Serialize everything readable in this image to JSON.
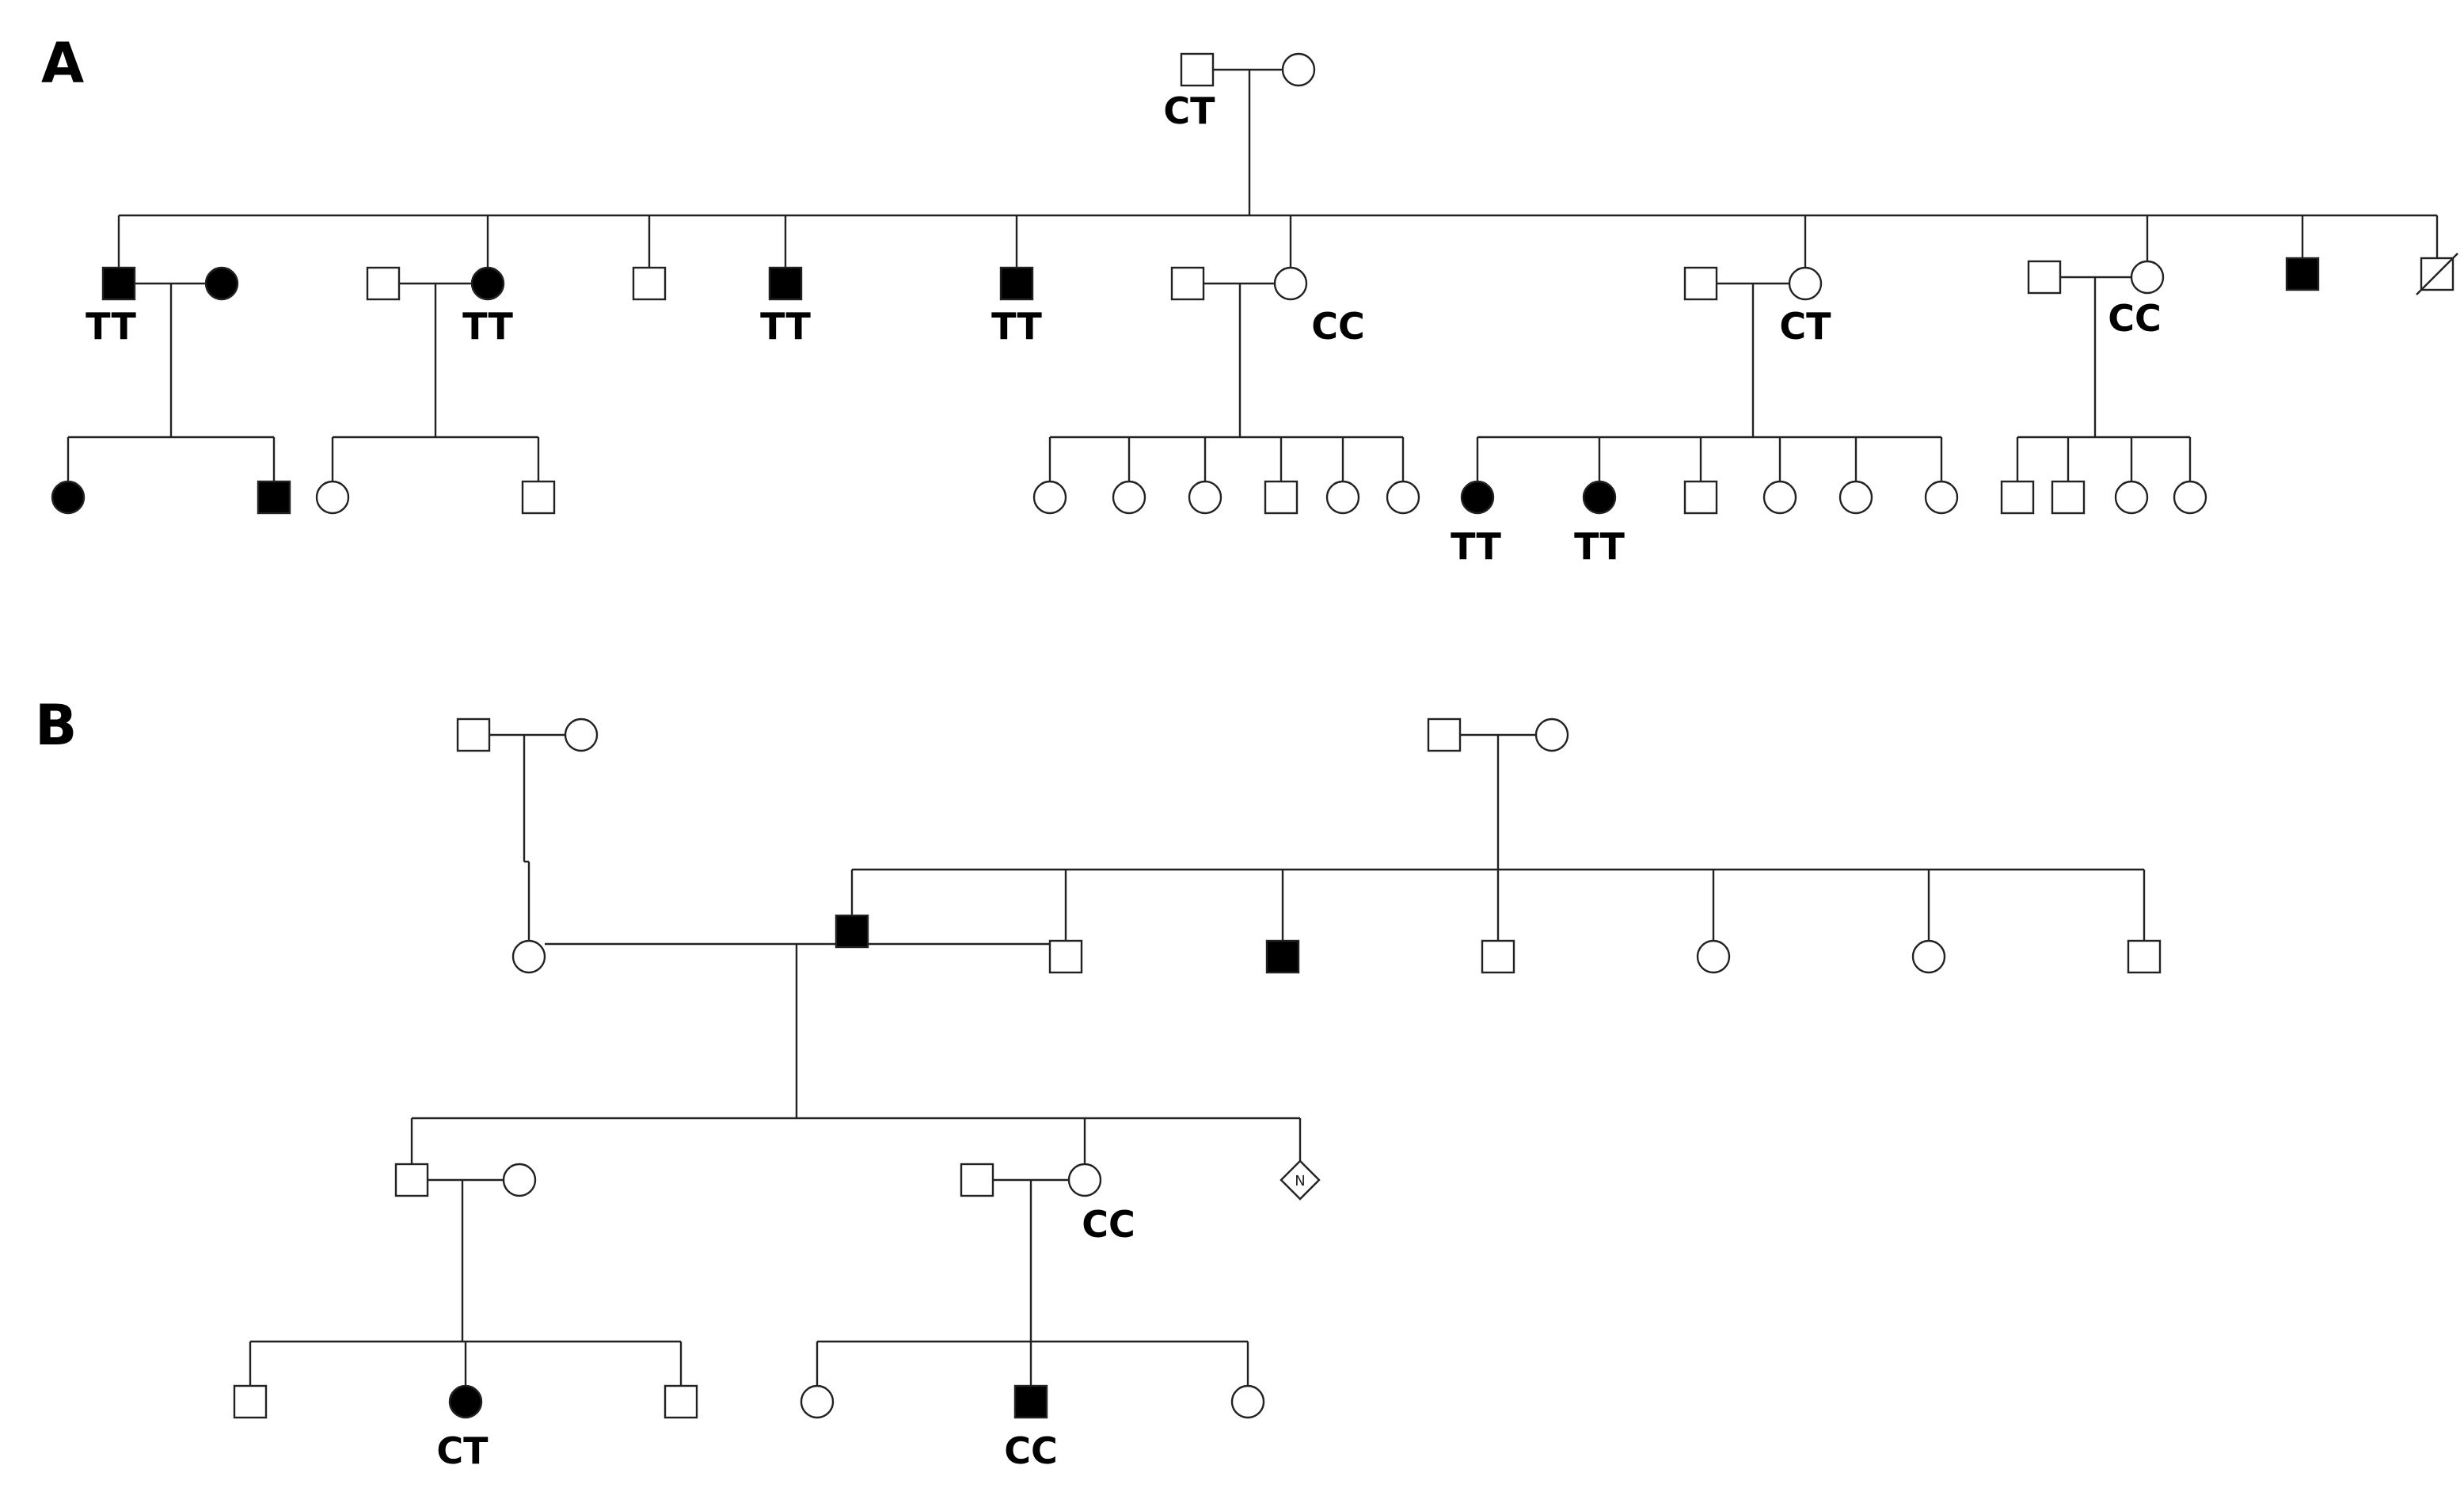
{
  "colors": {
    "affected": "#000000",
    "unaffected": "#ffffff",
    "stroke": "#222222"
  },
  "panels": [
    {
      "label": "A",
      "individuals": [
        {
          "id": "a1",
          "sex": "male",
          "affected": false,
          "genotype": "CT"
        },
        {
          "id": "a2",
          "sex": "female",
          "affected": false,
          "genotype": ""
        },
        {
          "id": "a3",
          "sex": "male",
          "affected": true,
          "genotype": "TT"
        },
        {
          "id": "a4",
          "sex": "female",
          "affected": true,
          "genotype": ""
        },
        {
          "id": "a5",
          "sex": "male",
          "affected": false,
          "genotype": ""
        },
        {
          "id": "a6",
          "sex": "female",
          "affected": true,
          "genotype": "TT"
        },
        {
          "id": "a7",
          "sex": "male",
          "affected": false,
          "genotype": ""
        },
        {
          "id": "a8",
          "sex": "male",
          "affected": true,
          "genotype": "TT"
        },
        {
          "id": "a9",
          "sex": "male",
          "affected": true,
          "genotype": "TT"
        },
        {
          "id": "a10",
          "sex": "male",
          "affected": false,
          "genotype": ""
        },
        {
          "id": "a11",
          "sex": "female",
          "affected": false,
          "genotype": "CC"
        },
        {
          "id": "a12",
          "sex": "male",
          "affected": false,
          "genotype": ""
        },
        {
          "id": "a13",
          "sex": "female",
          "affected": false,
          "genotype": "CT"
        },
        {
          "id": "a14",
          "sex": "male",
          "affected": false,
          "genotype": ""
        },
        {
          "id": "a15",
          "sex": "female",
          "affected": false,
          "genotype": "CC"
        },
        {
          "id": "a16",
          "sex": "male",
          "affected": true,
          "genotype": ""
        },
        {
          "id": "a17",
          "sex": "male",
          "affected": false,
          "deceased": true,
          "genotype": ""
        },
        {
          "id": "a18",
          "sex": "female",
          "affected": true,
          "genotype": ""
        },
        {
          "id": "a19",
          "sex": "male",
          "affected": true,
          "genotype": ""
        },
        {
          "id": "a20",
          "sex": "female",
          "affected": false,
          "genotype": ""
        },
        {
          "id": "a21",
          "sex": "male",
          "affected": false,
          "genotype": ""
        },
        {
          "id": "a22",
          "sex": "female",
          "affected": false,
          "genotype": ""
        },
        {
          "id": "a23",
          "sex": "female",
          "affected": false,
          "genotype": ""
        },
        {
          "id": "a24",
          "sex": "female",
          "affected": false,
          "genotype": ""
        },
        {
          "id": "a25",
          "sex": "male",
          "affected": false,
          "genotype": ""
        },
        {
          "id": "a26",
          "sex": "female",
          "affected": false,
          "genotype": ""
        },
        {
          "id": "a27",
          "sex": "female",
          "affected": false,
          "genotype": ""
        },
        {
          "id": "a28",
          "sex": "female",
          "affected": true,
          "genotype": "TT"
        },
        {
          "id": "a29",
          "sex": "female",
          "affected": true,
          "genotype": "TT"
        },
        {
          "id": "a30",
          "sex": "male",
          "affected": false,
          "genotype": ""
        },
        {
          "id": "a31",
          "sex": "female",
          "affected": false,
          "genotype": ""
        },
        {
          "id": "a32",
          "sex": "female",
          "affected": false,
          "genotype": ""
        },
        {
          "id": "a33",
          "sex": "female",
          "affected": false,
          "genotype": ""
        },
        {
          "id": "a34",
          "sex": "male",
          "affected": false,
          "genotype": ""
        },
        {
          "id": "a35",
          "sex": "male",
          "affected": false,
          "genotype": ""
        },
        {
          "id": "a36",
          "sex": "female",
          "affected": false,
          "genotype": ""
        },
        {
          "id": "a37",
          "sex": "female",
          "affected": false,
          "genotype": ""
        }
      ],
      "couples": [
        [
          "a1",
          "a2"
        ],
        [
          "a3",
          "a4"
        ],
        [
          "a5",
          "a6"
        ],
        [
          "a10",
          "a11"
        ],
        [
          "a12",
          "a13"
        ],
        [
          "a14",
          "a15"
        ]
      ],
      "sibships": [
        {
          "parents": [
            "a1",
            "a2"
          ],
          "children": [
            "a3",
            "a6",
            "a7",
            "a8",
            "a9",
            "a11",
            "a13",
            "a15",
            "a16",
            "a17"
          ]
        },
        {
          "parents": [
            "a3",
            "a4"
          ],
          "children": [
            "a18",
            "a19"
          ]
        },
        {
          "parents": [
            "a5",
            "a6"
          ],
          "children": [
            "a20",
            "a21"
          ]
        },
        {
          "parents": [
            "a10",
            "a11"
          ],
          "children": [
            "a22",
            "a23",
            "a24",
            "a25",
            "a26",
            "a27"
          ]
        },
        {
          "parents": [
            "a12",
            "a13"
          ],
          "children": [
            "a28",
            "a29",
            "a30",
            "a31",
            "a32",
            "a33"
          ]
        },
        {
          "parents": [
            "a14",
            "a15"
          ],
          "children": [
            "a34",
            "a35",
            "a36",
            "a37"
          ]
        }
      ]
    },
    {
      "label": "B",
      "individuals": [
        {
          "id": "b1",
          "sex": "male",
          "affected": false,
          "genotype": ""
        },
        {
          "id": "b2",
          "sex": "female",
          "affected": false,
          "genotype": ""
        },
        {
          "id": "b3",
          "sex": "male",
          "affected": false,
          "genotype": ""
        },
        {
          "id": "b4",
          "sex": "female",
          "affected": false,
          "genotype": ""
        },
        {
          "id": "b5",
          "sex": "female",
          "affected": false,
          "genotype": ""
        },
        {
          "id": "b6",
          "sex": "male",
          "affected": true,
          "genotype": ""
        },
        {
          "id": "b7",
          "sex": "male",
          "affected": false,
          "genotype": ""
        },
        {
          "id": "b8",
          "sex": "male",
          "affected": true,
          "genotype": ""
        },
        {
          "id": "b9",
          "sex": "male",
          "affected": false,
          "genotype": ""
        },
        {
          "id": "b10",
          "sex": "female",
          "affected": false,
          "genotype": ""
        },
        {
          "id": "b11",
          "sex": "female",
          "affected": false,
          "genotype": ""
        },
        {
          "id": "b12",
          "sex": "male",
          "affected": false,
          "genotype": ""
        },
        {
          "id": "b13",
          "sex": "male",
          "affected": false,
          "genotype": ""
        },
        {
          "id": "b14",
          "sex": "female",
          "affected": false,
          "genotype": ""
        },
        {
          "id": "b15",
          "sex": "male",
          "affected": false,
          "genotype": ""
        },
        {
          "id": "b16",
          "sex": "female",
          "affected": false,
          "genotype": "CC"
        },
        {
          "id": "b17",
          "sex": "unknown",
          "affected": false,
          "genotype": "",
          "mark": "N"
        },
        {
          "id": "b18",
          "sex": "male",
          "affected": false,
          "genotype": ""
        },
        {
          "id": "b19",
          "sex": "female",
          "affected": true,
          "genotype": "CT"
        },
        {
          "id": "b20",
          "sex": "male",
          "affected": false,
          "genotype": ""
        },
        {
          "id": "b21",
          "sex": "female",
          "affected": false,
          "genotype": ""
        },
        {
          "id": "b22",
          "sex": "male",
          "affected": true,
          "genotype": "CC"
        },
        {
          "id": "b23",
          "sex": "female",
          "affected": false,
          "genotype": ""
        }
      ],
      "couples": [
        [
          "b1",
          "b2"
        ],
        [
          "b3",
          "b4"
        ],
        [
          "b5",
          "b6"
        ],
        [
          "b6",
          "b7"
        ],
        [
          "b13",
          "b14"
        ],
        [
          "b15",
          "b16"
        ]
      ],
      "sibships": [
        {
          "parents": [
            "b1",
            "b2"
          ],
          "children": [
            "b5"
          ]
        },
        {
          "parents": [
            "b3",
            "b4"
          ],
          "children": [
            "b6",
            "b7",
            "b8",
            "b9",
            "b10",
            "b11",
            "b12"
          ]
        },
        {
          "parents": [
            "b5",
            "b6"
          ],
          "children": [
            "b13",
            "b16",
            "b17"
          ]
        },
        {
          "parents": [
            "b13",
            "b14"
          ],
          "children": [
            "b18",
            "b19",
            "b20"
          ]
        },
        {
          "parents": [
            "b15",
            "b16"
          ],
          "children": [
            "b21",
            "b22",
            "b23"
          ]
        }
      ]
    }
  ]
}
